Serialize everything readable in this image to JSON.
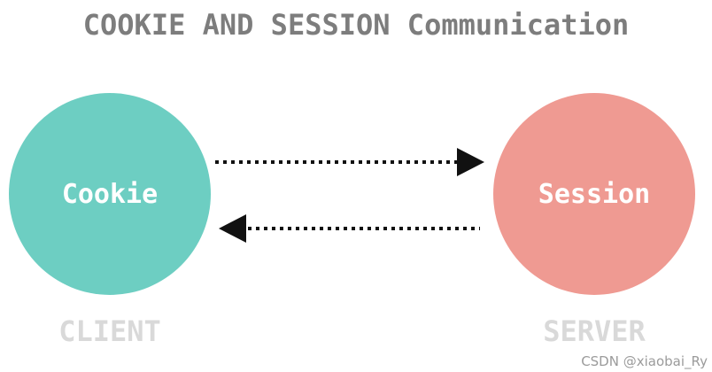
{
  "title": "COOKIE AND SESSION Communication",
  "watermark": "CSDN @xiaobai_Ry",
  "colors": {
    "background": "#ffffff",
    "title_text": "#7d7d7d",
    "node_text": "#ffffff",
    "role_label_text": "#d9d9d9",
    "arrow": "#111111",
    "cookie_fill": "#6dcec2",
    "session_fill": "#ef9a92",
    "watermark_text": "#9b9b9b"
  },
  "nodes": [
    {
      "id": "cookie",
      "label": "Cookie",
      "role": "CLIENT"
    },
    {
      "id": "session",
      "label": "Session",
      "role": "SERVER"
    }
  ],
  "arrows": [
    {
      "id": "request",
      "direction": "right",
      "line_style": "dotted"
    },
    {
      "id": "response",
      "direction": "left",
      "line_style": "dotted"
    }
  ]
}
